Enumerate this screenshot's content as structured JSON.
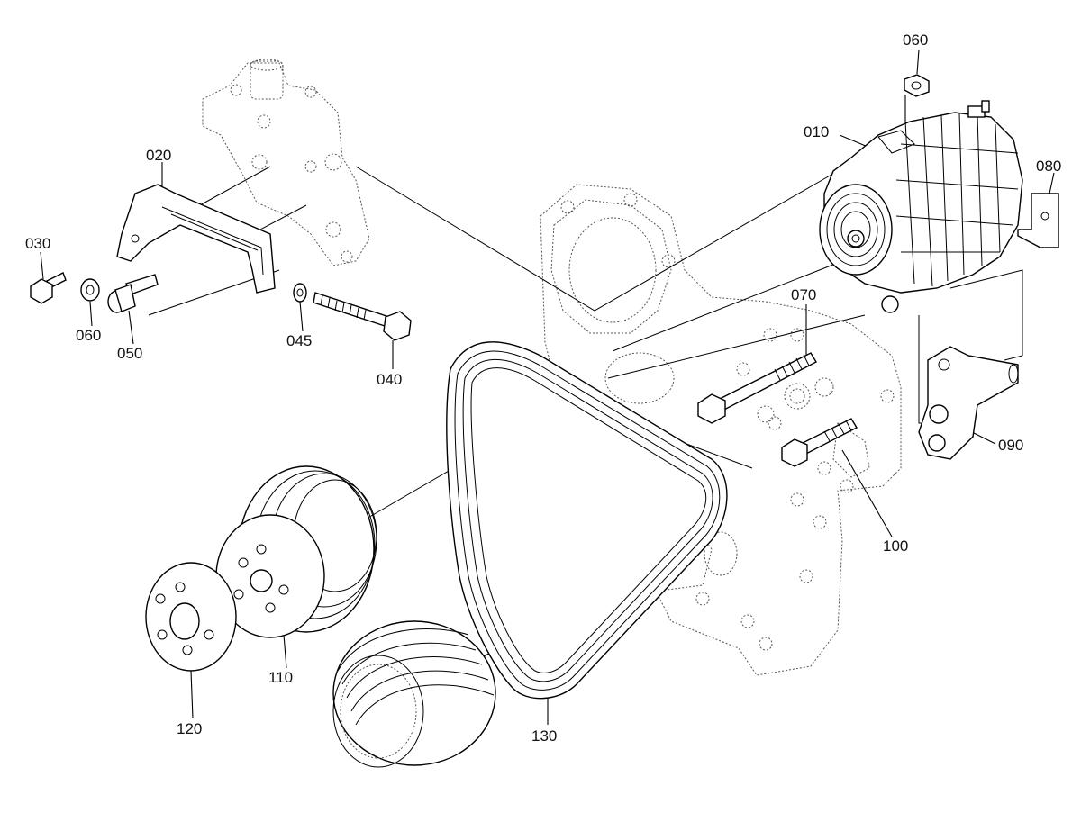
{
  "callouts": {
    "c010": "010",
    "c020": "020",
    "c030": "030",
    "c040": "040",
    "c045": "045",
    "c050": "050",
    "c060a": "060",
    "c060b": "060",
    "c070": "070",
    "c080": "080",
    "c090": "090",
    "c100": "100",
    "c110": "110",
    "c120": "120",
    "c130": "130"
  }
}
